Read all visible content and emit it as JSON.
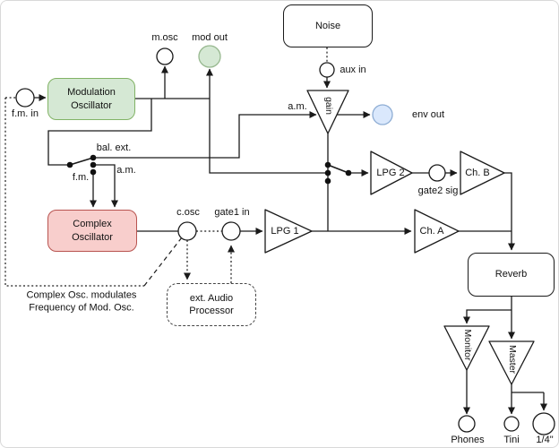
{
  "nodes": {
    "modulation_oscillator": "Modulation\nOscillator",
    "complex_oscillator": "Complex\nOscillator",
    "noise": "Noise",
    "reverb": "Reverb",
    "ext_audio_processor": "ext. Audio\nProcessor",
    "gain": "gain",
    "lpg1": "LPG 1",
    "lpg2": "LPG 2",
    "ch_a": "Ch. A",
    "ch_b": "Ch. B",
    "monitor": "Monitor",
    "master": "Master"
  },
  "ports": {
    "fm_in": "f.m. in",
    "m_osc": "m.osc",
    "mod_out": "mod out",
    "aux_in": "aux in",
    "env_out": "env out",
    "c_osc": "c.osc",
    "gate1_in": "gate1 in",
    "gate2_sig": "gate2 sig",
    "phones": "Phones",
    "tini": "Tini",
    "quarter_inch": "1/4\""
  },
  "switch_labels": {
    "bal_ext": "bal. ext.",
    "am_to_complex": "a.m.",
    "fm_to_complex": "f.m.",
    "am_to_gain": "a.m."
  },
  "annotation": "Complex Osc. modulates\nFrequency of Mod. Osc.",
  "colors": {
    "green_fill": "#d5e8d4",
    "green_stroke": "#82b366",
    "pink_fill": "#f8cecc",
    "pink_stroke": "#b85450",
    "blue_fill": "#dae8fc",
    "blue_stroke": "#6c8ebf",
    "line": "#1a1a1a"
  }
}
